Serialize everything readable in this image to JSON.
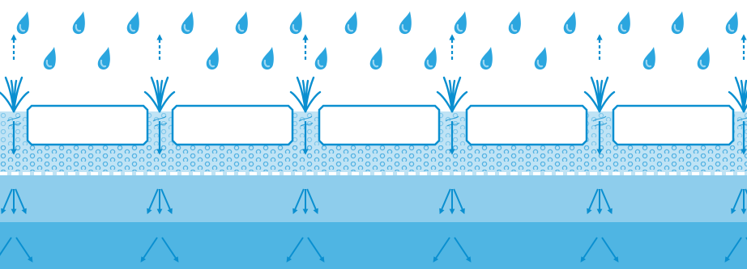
{
  "diagram": {
    "kind": "permeable-paving-infiltration",
    "colors": {
      "water_accent": "#0a8fd0",
      "drop_light": "#9cd7f2",
      "drop_dark": "#2ba6df",
      "bedding_fill": "#bfe3f5",
      "bedding_circle": "#51b1e2",
      "subbase_layer": "#8ecdec",
      "subgrade_layer": "#4fb5e3",
      "paver_fill": "#ffffff",
      "divider": "#ffffff"
    },
    "icons": {
      "drop": "raindrop-icon",
      "plant": "grass-tuft-icon",
      "evaporation": "dashed-up-arrow-icon",
      "infiltration": "down-arrow-icon"
    },
    "paver_count": 5,
    "joint_count": 6,
    "layers": [
      "surface",
      "bedding",
      "subbase",
      "subgrade"
    ]
  }
}
